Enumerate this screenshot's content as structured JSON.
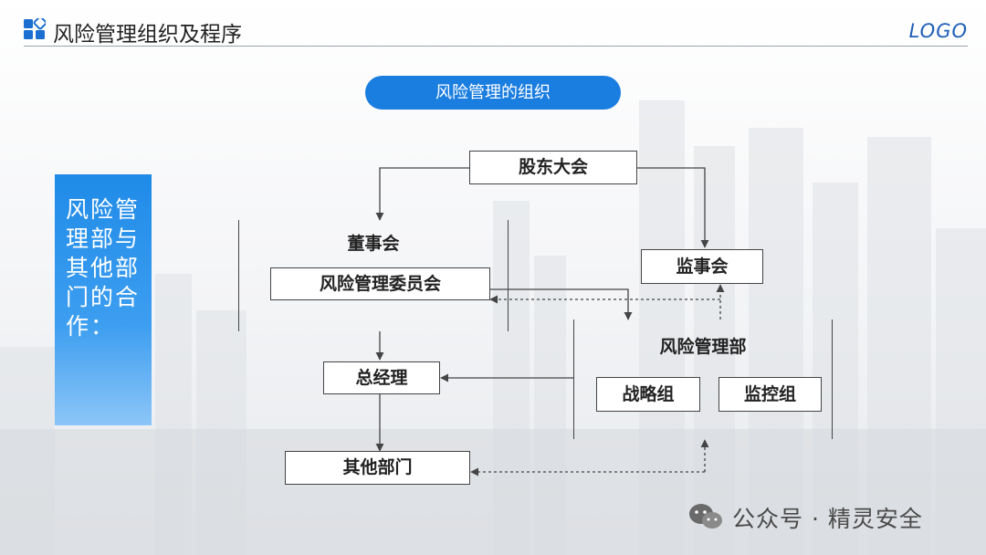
{
  "header": {
    "title": "风险管理组织及程序",
    "logo": "LOGO"
  },
  "section_pill": "风险管理的组织",
  "side_panel": "风险管理部与其他部门的合作：",
  "diagram": {
    "shareholders": "股东大会",
    "board": "董事会",
    "risk_committee": "风险管理委员会",
    "supervisory_board": "监事会",
    "risk_dept": "风险管理部",
    "strategy_group": "战略组",
    "monitoring_group": "监控组",
    "general_manager": "总经理",
    "other_depts": "其他部门"
  },
  "watermark": {
    "icon": "wechat-icon",
    "text": "公众号 · 精灵安全"
  },
  "colors": {
    "accent": "#1a7de0",
    "line": "#444444"
  }
}
